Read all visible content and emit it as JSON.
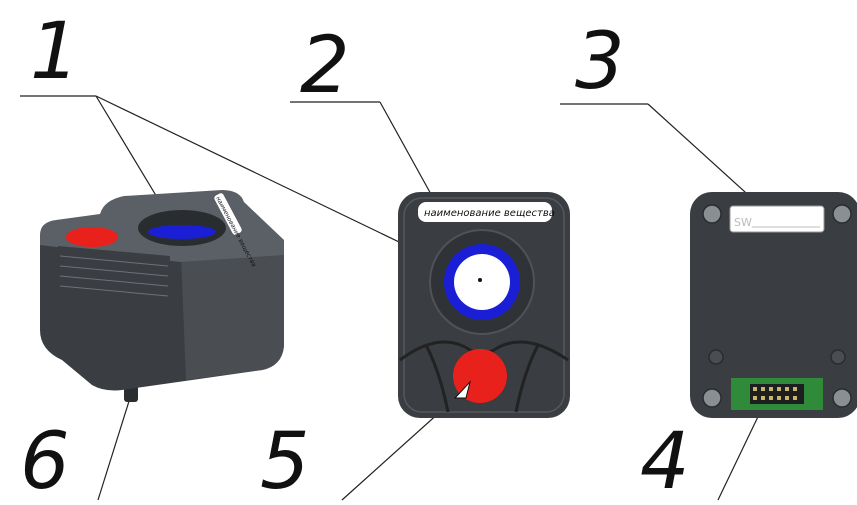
{
  "callouts": {
    "c1": "1",
    "c2": "2",
    "c3": "3",
    "c4": "4",
    "c5": "5",
    "c6": "6"
  },
  "labels": {
    "substance_label": "наименование вещества",
    "side_label": "наименование вещества",
    "sw_label": "SW"
  },
  "colors": {
    "housing": "#3a3d41",
    "red_button": "#e8211c",
    "blue_ring": "#1a1fd6",
    "connector_board": "#2f8a3a",
    "label_plate": "#ffffff"
  }
}
